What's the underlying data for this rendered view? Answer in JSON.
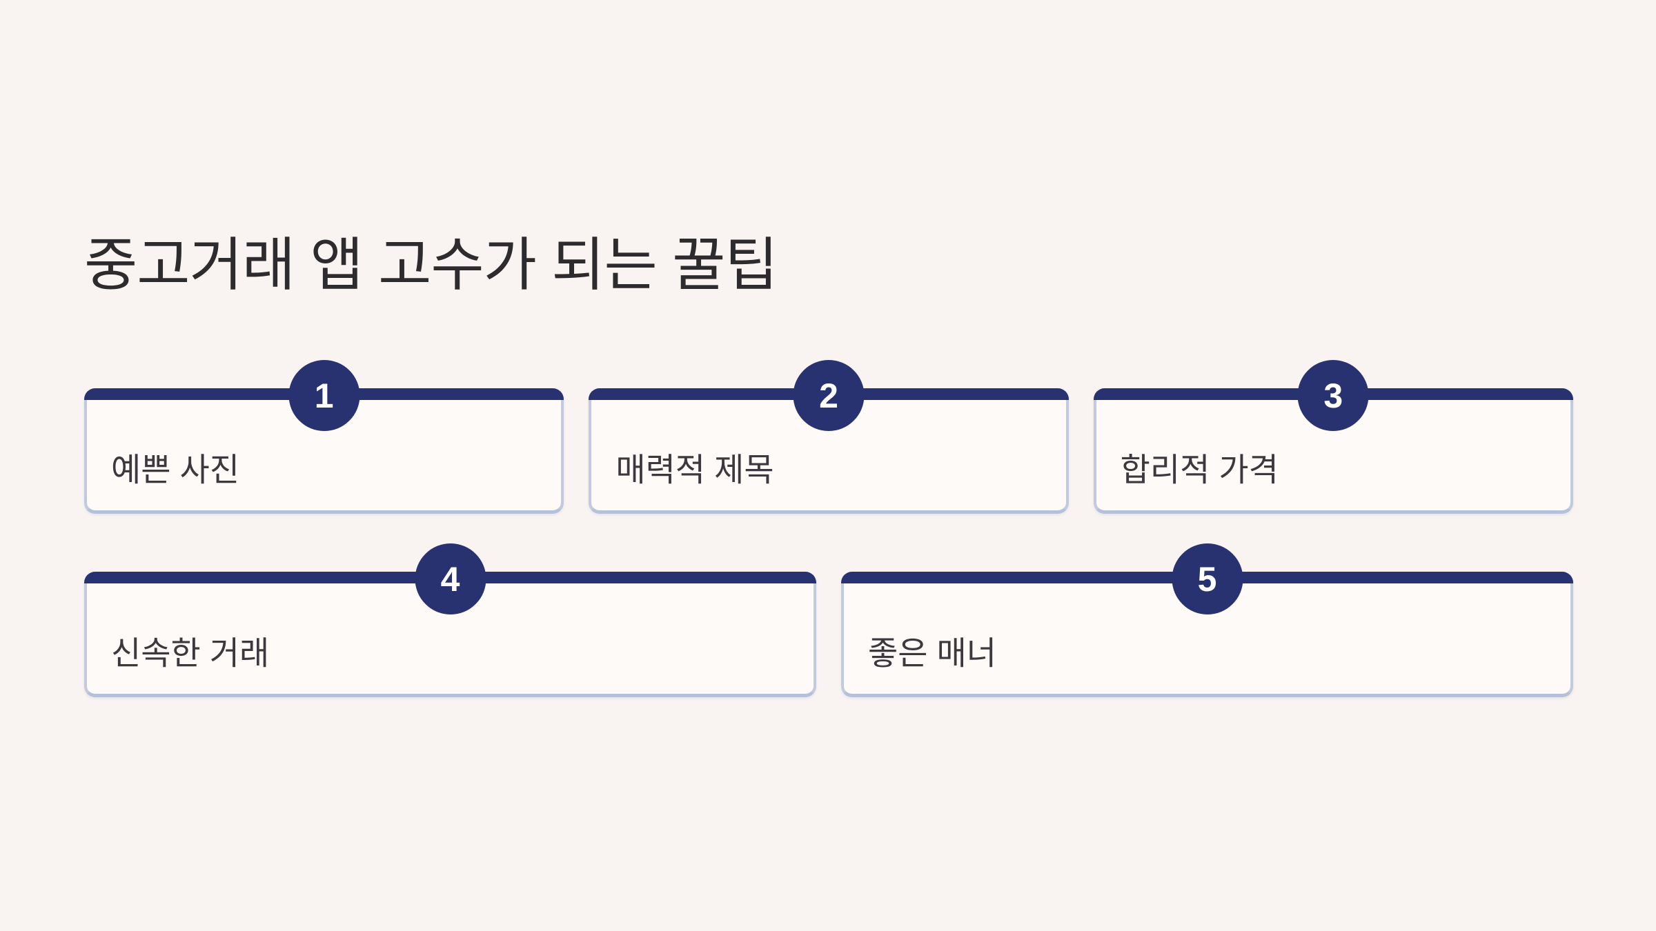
{
  "title": "중고거래 앱 고수가 되는 꿀팁",
  "colors": {
    "background": "#f9f4f1",
    "accent": "#293270",
    "card_background": "#fdfaf8",
    "card_border": "#c2cade",
    "card_border_bottom": "#b5c0da",
    "title_text": "#2e2b2e",
    "label_text": "#3b383e",
    "number_text": "#ffffff"
  },
  "tips": [
    {
      "number": "1",
      "label": "예쁜 사진"
    },
    {
      "number": "2",
      "label": "매력적 제목"
    },
    {
      "number": "3",
      "label": "합리적 가격"
    },
    {
      "number": "4",
      "label": "신속한 거래"
    },
    {
      "number": "5",
      "label": "좋은 매너"
    }
  ]
}
